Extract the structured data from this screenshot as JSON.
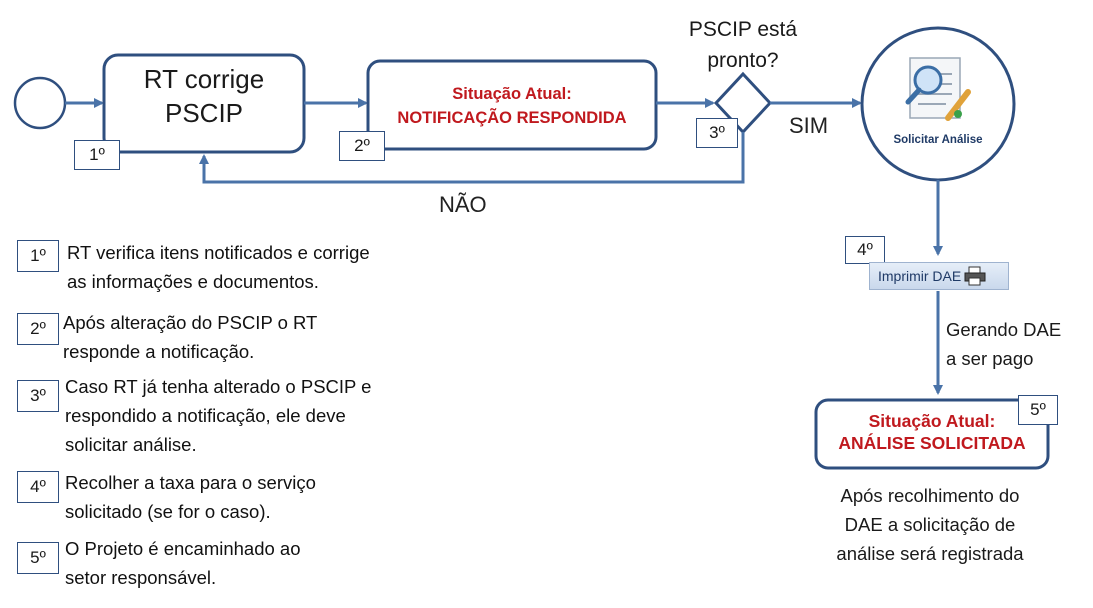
{
  "colors": {
    "stroke": "#4a73a8",
    "box_border": "#2f4f7f",
    "red": "#c0191e"
  },
  "flow": {
    "task1": "RT corrige\nPSCIP",
    "task1_line1": "RT corrige",
    "task1_line2": "PSCIP",
    "status_box_1": {
      "title": "Situação Atual:",
      "value": "NOTIFICAÇÃO RESPONDIDA"
    },
    "gateway_question_line1": "PSCIP está",
    "gateway_question_line2": "pronto?",
    "yes": "SIM",
    "no": "NÃO",
    "circle_icon_label": "Solicitar Análise",
    "dae_button": "Imprimir DAE",
    "dae_note_line1": "Gerando DAE",
    "dae_note_line2": "a ser pago",
    "status_box_2": {
      "title": "Situação Atual:",
      "value": "ANÁLISE SOLICITADA"
    },
    "final_note_line1": "Após recolhimento do",
    "final_note_line2": "DAE a solicitação de",
    "final_note_line3": "análise será registrada"
  },
  "markers": {
    "m1": "1º",
    "m2": "2º",
    "m3": "3º",
    "m4": "4º",
    "m5": "5º"
  },
  "legend": [
    {
      "num": "1º",
      "line1": "RT verifica itens notificados e corrige",
      "line2": "as informações e documentos.",
      "line3": ""
    },
    {
      "num": "2º",
      "line1": "Após alteração do PSCIP o RT",
      "line2": "responde a notificação.",
      "line3": ""
    },
    {
      "num": "3º",
      "line1": "Caso RT já tenha alterado o PSCIP e",
      "line2": "respondido a notificação, ele deve",
      "line3": "solicitar análise."
    },
    {
      "num": "4º",
      "line1": "Recolher a taxa para o serviço",
      "line2": "solicitado (se for o caso).",
      "line3": ""
    },
    {
      "num": "5º",
      "line1": "O Projeto é encaminhado ao",
      "line2": "setor responsável.",
      "line3": ""
    }
  ]
}
